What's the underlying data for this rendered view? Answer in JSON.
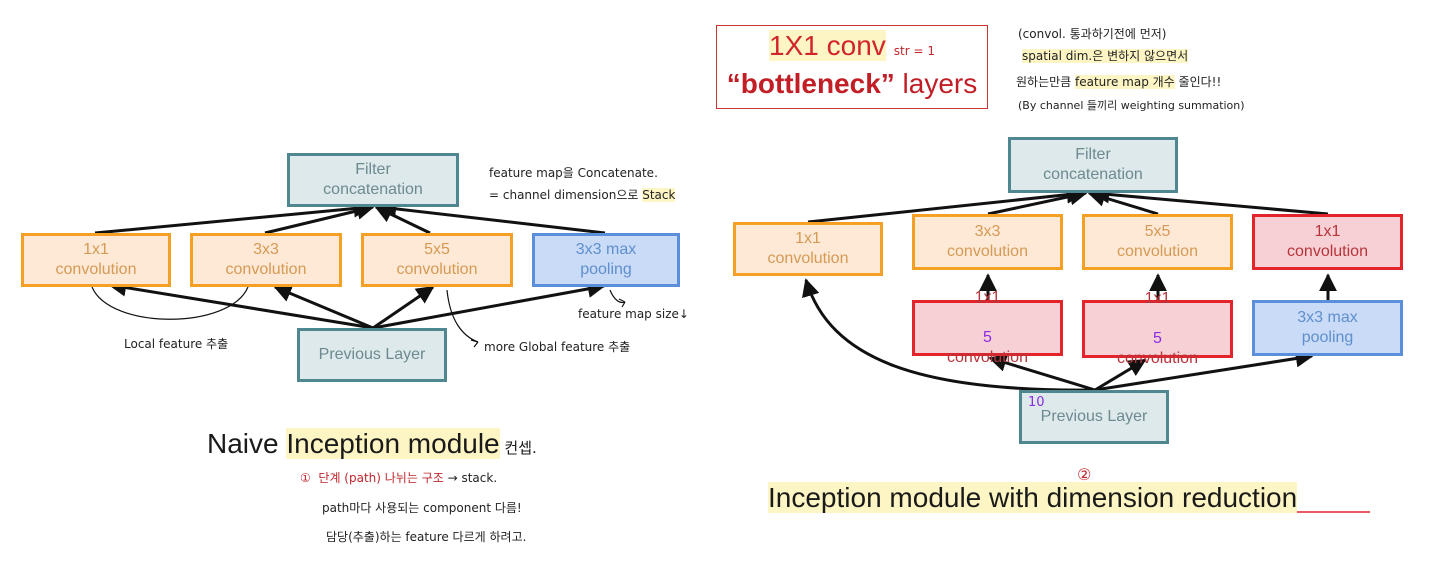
{
  "left": {
    "title_pre": "Naive ",
    "title_hl": "Inception module",
    "title_suffix": " 컨셉.",
    "filter": [
      "Filter",
      "concatenation"
    ],
    "conv1": [
      "1x1",
      "convolution"
    ],
    "conv3": [
      "3x3",
      "convolution"
    ],
    "conv5": [
      "5x5",
      "convolution"
    ],
    "pool": [
      "3x3 max",
      "pooling"
    ],
    "prev": "Previous Layer",
    "note_concat_1": "feature map을 Concatenate.",
    "note_concat_2_pre": "= channel dimension으로 ",
    "note_concat_2_hl": "Stack",
    "note_local": "Local feature 추출",
    "note_global": "more Global feature 추출",
    "note_mapsize": "feature map size↓",
    "list_num": "①",
    "list_1_red": "단계 (path) 나뉘는 구조",
    "list_1_rest": " → stack.",
    "list_2": "path마다 사용되는 component 다름!",
    "list_3": "담당(추출)하는 feature 다르게 하려고."
  },
  "right": {
    "title_pre": "Inception module with ",
    "title_underline": "dimension reduction",
    "num2": "②",
    "bn_line1": "1X1 conv",
    "bn_str": "str = 1",
    "bn_bold": "“bottleneck”",
    "bn_rest": " layers",
    "note_1": "(convol. 통과하기전에 먼저)",
    "note_2_hl": "spatial dim.은 변하지 않으면서",
    "note_3_pre": "원하는만큼 ",
    "note_3_hl": "feature map 개수",
    "note_3_post": " 줄인다!!",
    "note_4": "(By channel 들끼리 weighting summation)",
    "filter": [
      "Filter",
      "concatenation"
    ],
    "conv1": [
      "1x1",
      "convolution"
    ],
    "conv3": [
      "3x3",
      "convolution"
    ],
    "conv5": [
      "5x5",
      "convolution"
    ],
    "conv1_after_pool": [
      "1x1",
      "convolution"
    ],
    "red1_label": "1x1",
    "red1_num": "5",
    "red1_label2": "convolution",
    "red2_label": "1x1",
    "red2_num": "5",
    "red2_label2": "convolution",
    "pool": [
      "3x3 max",
      "pooling"
    ],
    "prev_num": "10",
    "prev": "Previous Layer"
  },
  "colors": {
    "teal": "#4e8790",
    "orange": "#f3a024",
    "blue": "#5b8edb",
    "red": "#e3242b",
    "highlight": "#fdf6c4"
  }
}
